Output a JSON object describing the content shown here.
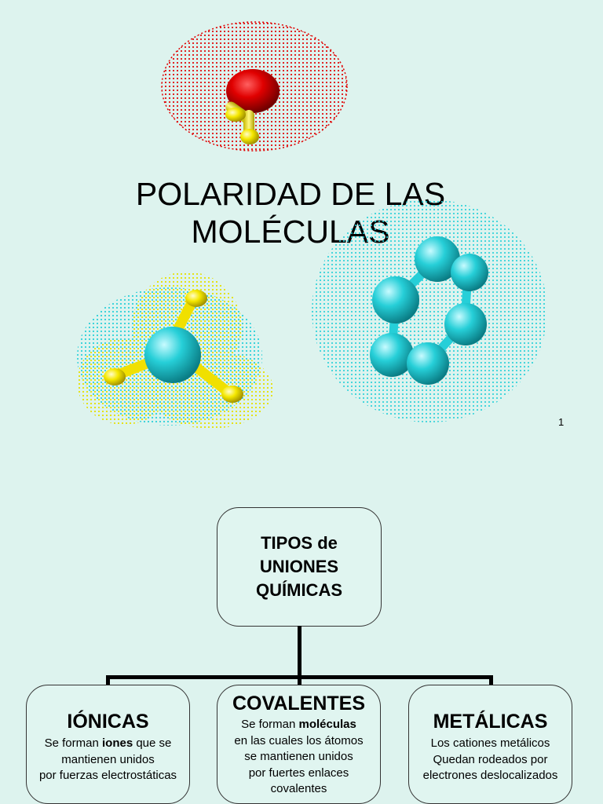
{
  "slide": {
    "title_lines": [
      "POLARIDAD DE LAS",
      "MOLÉCULAS"
    ],
    "page_number": "1",
    "images": [
      "water-molecule-image",
      "ammonia-molecule-image",
      "benzene-molecule-image"
    ],
    "colors": {
      "background": "#ddf3ee",
      "oxygen": "#e00000",
      "hydrogen": "#ffee00",
      "carbon": "#22cfd8"
    }
  },
  "diagram": {
    "root": {
      "title_lines": [
        "TIPOS de",
        "UNIONES",
        "QUÍMICAS"
      ]
    },
    "children": [
      {
        "title": "IÓNICAS",
        "desc": [
          {
            "pre": "Se forman ",
            "bold": "iones",
            "post": " que se"
          },
          {
            "text": "mantienen unidos"
          },
          {
            "text": "por fuerzas electrostáticas"
          }
        ]
      },
      {
        "title": "COVALENTES",
        "desc": [
          {
            "pre": "Se forman ",
            "bold": "moléculas",
            "post": ""
          },
          {
            "text": "en las cuales los átomos"
          },
          {
            "text": "se mantienen unidos"
          },
          {
            "text": "por fuertes enlaces"
          },
          {
            "text": "covalentes"
          }
        ]
      },
      {
        "title": "METÁLICAS",
        "desc": [
          {
            "text": "Los cationes metálicos"
          },
          {
            "text": "Quedan rodeados por"
          },
          {
            "text": "electrones deslocalizados"
          }
        ]
      }
    ]
  }
}
